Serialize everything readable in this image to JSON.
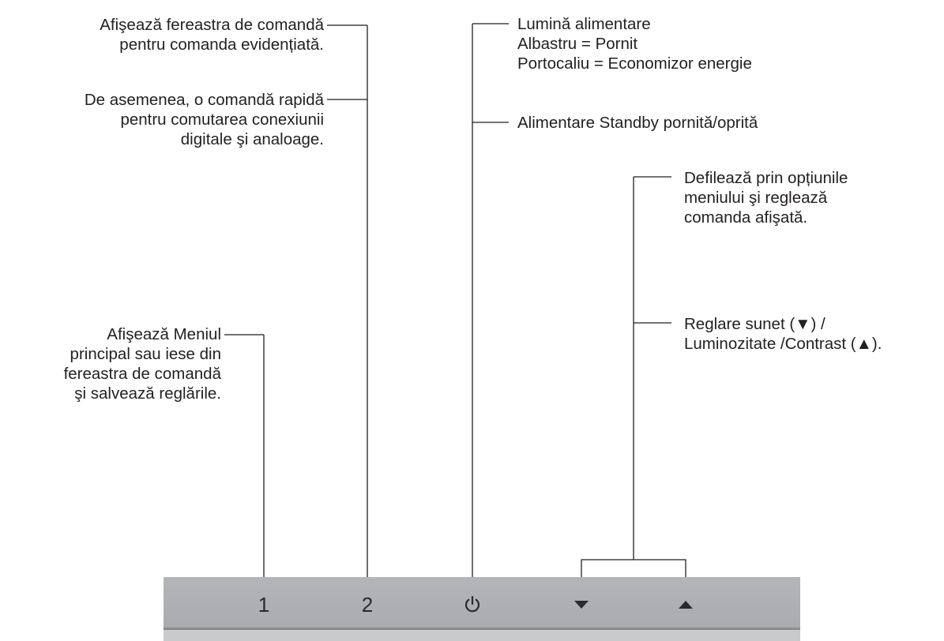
{
  "callouts": {
    "osd_window": [
      "Afişează fereastra de comandă",
      "pentru comanda evidențiată."
    ],
    "input_shortcut": [
      "De asemenea, o comandă rapidă",
      "pentru comutarea conexiunii",
      "digitale şi analoage."
    ],
    "main_menu": [
      "Afişează Meniul",
      "principal sau iese din",
      "fereastra de comandă",
      "şi salvează reglările."
    ],
    "power_light": [
      "Lumină alimentare",
      "Albastru = Pornit",
      "Portocaliu = Economizor energie"
    ],
    "standby": [
      "Alimentare Standby pornită/oprită"
    ],
    "scroll": [
      "Defilează prin opțiunile",
      "meniului şi reglează",
      "comanda afişată."
    ],
    "shortcut_adjust": [
      "Reglare sunet (▼) /",
      "Luminozitate /Contrast (▲)."
    ]
  },
  "buttons": {
    "b1": "1",
    "b2": "2",
    "power_icon": "power-icon",
    "down_icon": "triangle-down-icon",
    "up_icon": "triangle-up-icon"
  },
  "colors": {
    "text": "#231f20",
    "panel": "#adafb2",
    "line": "#231f20"
  }
}
